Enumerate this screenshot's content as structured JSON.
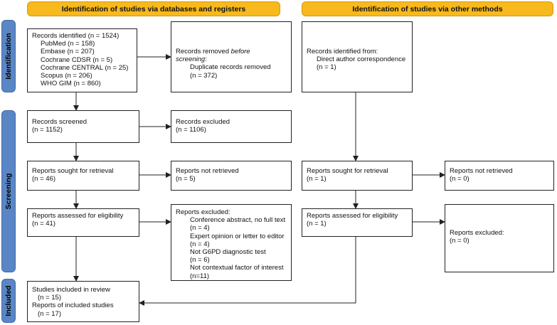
{
  "headers": {
    "databases": "Identification of studies via databases and registers",
    "other": "Identification of studies via other methods"
  },
  "phases": {
    "identification": "Identification",
    "screening": "Screening",
    "included": "Included"
  },
  "db": {
    "identified": {
      "title": "Records identified (n = 1524)",
      "items": [
        "PubMed (n = 158)",
        "Embase (n = 207)",
        "Cochrane CDSR (n = 5)",
        "Cochrane CENTRAL (n = 25)",
        "Scopus (n = 206)",
        "WHO GIM (n = 860)"
      ]
    },
    "removed": {
      "line1": "Records removed",
      "line1_em": "before",
      "line2_em": "screening",
      "line2_rest": ":",
      "detail": "Duplicate records removed",
      "count": "(n = 372)"
    },
    "screened": {
      "label": "Records screened",
      "count": "(n = 1152)"
    },
    "excluded": {
      "label": "Records excluded",
      "count": "(n = 1106)"
    },
    "sought": {
      "label": "Reports sought for retrieval",
      "count": "(n = 46)"
    },
    "not_retrieved": {
      "label": "Reports not retrieved",
      "count": "(n = 5)"
    },
    "assessed": {
      "label": "Reports assessed for eligibility",
      "count": "(n = 41)"
    },
    "reports_excluded": {
      "label": "Reports excluded:",
      "reasons": [
        {
          "reason": "Conference abstract, no full text",
          "count": "(n = 4)"
        },
        {
          "reason": "Expert opinion or letter to editor",
          "count": "(n = 4)"
        },
        {
          "reason": "Not G6PD diagnostic test",
          "count": "(n = 6)"
        },
        {
          "reason": "Not contextual factor of interest",
          "count": "(n=11)"
        }
      ]
    },
    "included": {
      "studies": "Studies included in review",
      "studies_count": "(n = 15)",
      "reports": "Reports of included studies",
      "reports_count": "(n = 17)"
    }
  },
  "other": {
    "identified": {
      "label": "Records identified from:",
      "source": "Direct author correspondence",
      "count": "(n = 1)"
    },
    "sought": {
      "label": "Reports sought for retrieval",
      "count": "(n = 1)"
    },
    "not_retrieved": {
      "label": "Reports not retrieved",
      "count": "(n = 0)"
    },
    "assessed": {
      "label": "Reports assessed for eligibility",
      "count": "(n = 1)"
    },
    "excluded": {
      "label": "Reports excluded:",
      "count": "(n = 0)"
    }
  },
  "colors": {
    "header": "#f7b91d",
    "phase": "#5b86c6",
    "line": "#222222"
  }
}
